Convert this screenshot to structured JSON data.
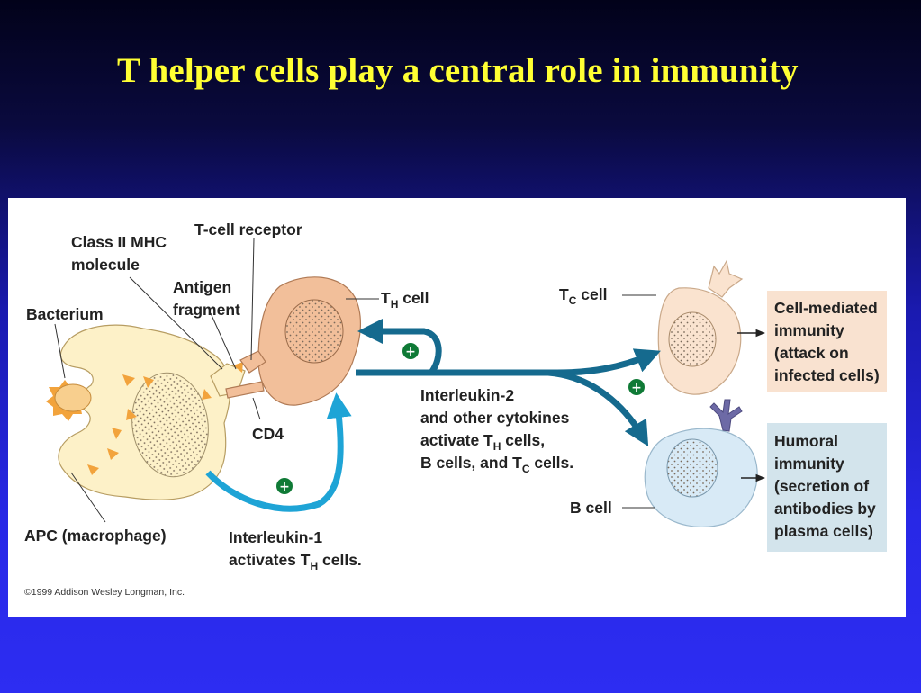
{
  "title": "T helper cells play a central role in immunity",
  "labels": {
    "class_ii_mhc_line1": "Class II MHC",
    "class_ii_mhc_line2": "molecule",
    "t_cell_receptor": "T-cell receptor",
    "antigen_line1": "Antigen",
    "antigen_line2": "fragment",
    "bacterium": "Bacterium",
    "cd4": "CD4",
    "apc": "APC (macrophage)",
    "th_main": "T",
    "th_sub": "H",
    "th_suffix": " cell",
    "tc_main": "T",
    "tc_sub": "C",
    "tc_suffix": " cell",
    "b_cell": "B cell",
    "il2_line1": "Interleukin-2",
    "il2_line2": "and other cytokines",
    "il2_line3_pre": "activate T",
    "il2_line3_sub": "H",
    "il2_line3_post": " cells,",
    "il2_line4_pre": "B cells, and T",
    "il2_line4_sub": "C",
    "il2_line4_post": " cells.",
    "il1_line1": "Interleukin-1",
    "il1_line2_pre": "activates T",
    "il1_line2_sub": "H",
    "il1_line2_post": " cells.",
    "plus": "+",
    "copyright": "©1999 Addison Wesley Longman, Inc."
  },
  "outcome_boxes": {
    "cell_mediated": [
      "Cell-mediated",
      "immunity",
      "(attack on",
      "infected cells)"
    ],
    "humoral": [
      "Humoral",
      "immunity",
      "(secretion of",
      "antibodies by",
      "plasma cells)"
    ]
  },
  "colors": {
    "title": "#ffff33",
    "arrow_dark": "#156a8e",
    "arrow_light": "#1ea4d6",
    "plus_badge": "#0f7a36",
    "apc_fill": "#fdf1c8",
    "th_fill": "#f2bf9a",
    "tc_fill": "#fae3cf",
    "b_fill": "#d8eaf6",
    "cell_mediated_box": "#f9e2d0",
    "humoral_box": "#d3e4ec"
  }
}
